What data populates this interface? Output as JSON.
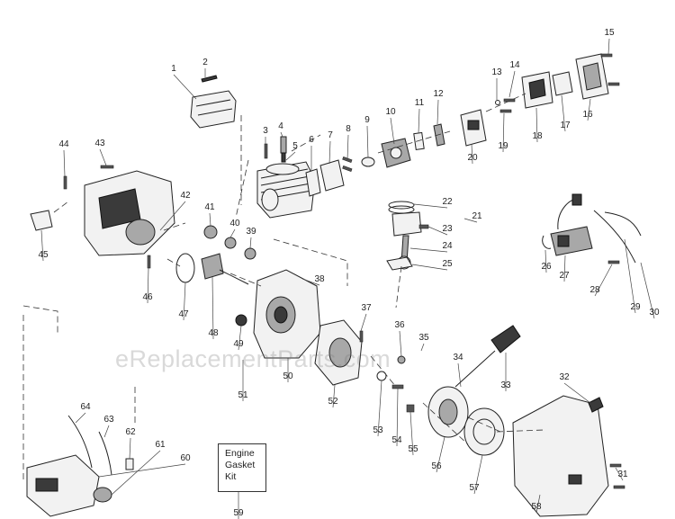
{
  "kit_label": [
    "Engine",
    "Gasket",
    "Kit"
  ],
  "watermark": "eReplacementParts.com",
  "callouts": [
    "1",
    "2",
    "3",
    "4",
    "5",
    "6",
    "7",
    "8",
    "9",
    "10",
    "11",
    "12",
    "13",
    "14",
    "15",
    "16",
    "17",
    "18",
    "19",
    "20",
    "21",
    "22",
    "23",
    "24",
    "25",
    "26",
    "27",
    "28",
    "29",
    "30",
    "31",
    "32",
    "33",
    "34",
    "35",
    "36",
    "37",
    "38",
    "39",
    "40",
    "41",
    "42",
    "43",
    "44",
    "45",
    "46",
    "47",
    "48",
    "49",
    "50",
    "51",
    "52",
    "53",
    "54",
    "55",
    "56",
    "57",
    "58",
    "59",
    "60",
    "61",
    "62",
    "63",
    "64"
  ]
}
